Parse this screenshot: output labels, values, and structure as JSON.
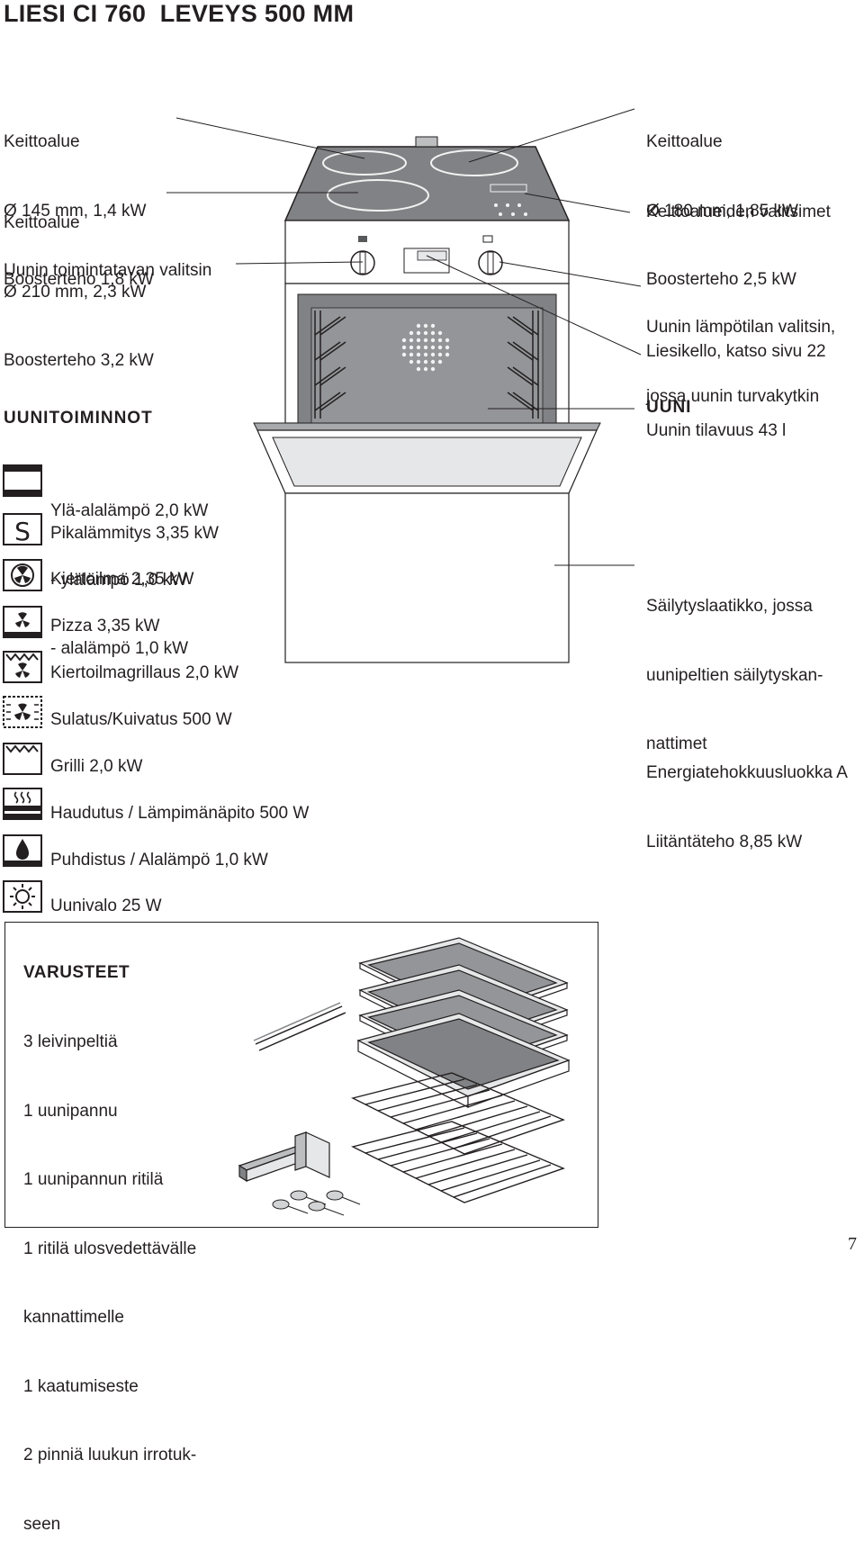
{
  "title": "LIESI CI 760  LEVEYS 500 MM",
  "labels_left": {
    "zone_small": [
      "Keittoalue",
      "Ø 145 mm, 1,4 kW",
      "Boosterteho 1,8 kW"
    ],
    "zone_large": [
      "Keittoalue",
      "Ø 210 mm, 2,3 kW",
      "Boosterteho 3,2 kW"
    ],
    "function_selector": "Uunin toimintatavan valitsin"
  },
  "labels_right": {
    "zone_right": [
      "Keittoalue",
      "Ø 180 mm, 1,85 kW",
      "Boosterteho 2,5 kW"
    ],
    "zone_selectors": "Keittoalueiden valitsimet",
    "temp_selector": [
      "Uunin lämpötilan valitsin,",
      "jossa uunin turvakytkin"
    ],
    "clock": "Liesikello, katso sivu 22",
    "oven_heading": "UUNI",
    "oven_volume": "Uunin tilavuus 43 l",
    "storage": [
      "Säilytyslaatikko, jossa",
      "uunipeltien säilytyskan-",
      "nattimet"
    ],
    "energy": [
      "Energiatehokkuusluokka A",
      "Liitäntäteho 8,85 kW"
    ]
  },
  "oven_functions": {
    "heading": "UUNITOIMINNOT",
    "items": [
      {
        "icon": "top-bottom-heat-icon",
        "lines": [
          "Ylä-alalämpö 2,0 kW",
          "- ylälämpö 1,0 kW",
          "- alalämpö 1,0 kW"
        ]
      },
      {
        "icon": "quick-heat-icon",
        "lines": [
          "Pikalämmitys 3,35 kW"
        ]
      },
      {
        "icon": "fan-icon",
        "lines": [
          "Kiertoilma 2,35 kW"
        ]
      },
      {
        "icon": "pizza-icon",
        "lines": [
          "Pizza 3,35 kW"
        ]
      },
      {
        "icon": "fan-grill-icon",
        "lines": [
          "Kiertoilmagrillaus 2,0 kW"
        ]
      },
      {
        "icon": "defrost-icon",
        "lines": [
          "Sulatus/Kuivatus 500 W"
        ]
      },
      {
        "icon": "grill-icon",
        "lines": [
          "Grilli 2,0 kW"
        ]
      },
      {
        "icon": "keep-warm-icon",
        "lines": [
          "Haudutus / Lämpimänäpito 500 W"
        ]
      },
      {
        "icon": "cleaning-icon",
        "lines": [
          "Puhdistus / Alalämpö 1,0 kW"
        ]
      },
      {
        "icon": "oven-light-icon",
        "lines": [
          "Uunivalo 25 W"
        ]
      }
    ]
  },
  "accessories": {
    "heading": "VARUSTEET",
    "items": [
      "3 leivinpeltiä",
      "1 uunipannu",
      "1 uunipannun ritilä",
      "1 ritilä ulosvedettävälle",
      "kannattimelle",
      "1 kaatumiseste",
      "2 pinniä luukun irrotuk-",
      "seen"
    ]
  },
  "page_number": "7"
}
